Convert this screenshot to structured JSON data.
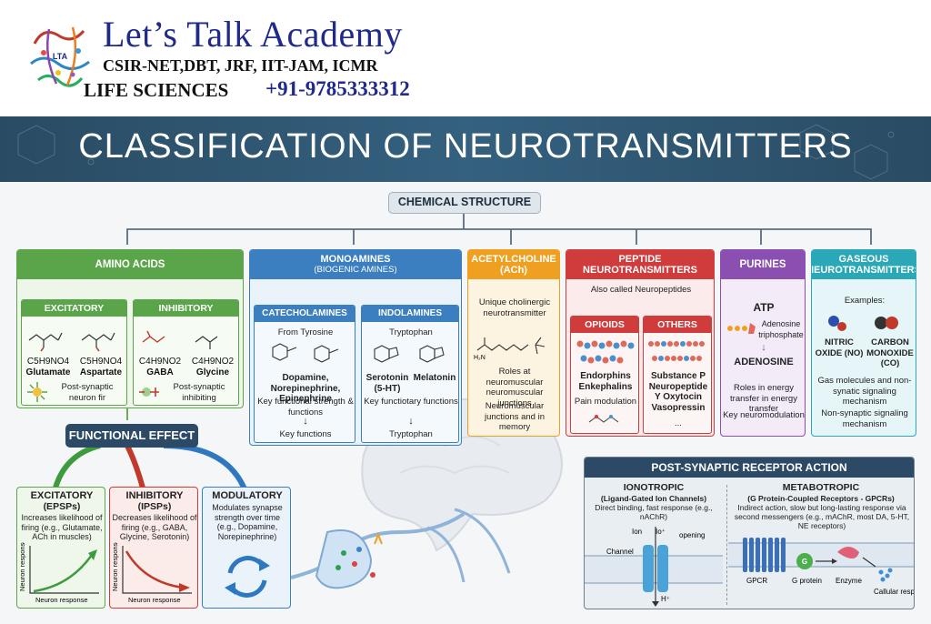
{
  "brand": {
    "title": "Let’s Talk Academy",
    "exams": "CSIR-NET,DBT, JRF, IIT-JAM, ICMR",
    "subject": "LIFE SCIENCES",
    "phone": "+91-9785333312",
    "logo_text": "LTA"
  },
  "banner": {
    "title": "CLASSIFICATION OF NEUROTRANSMITTERS"
  },
  "root": {
    "label": "CHEMICAL STRUCTURE"
  },
  "amino": {
    "title": "AMINO ACIDS",
    "excitatory": {
      "title": "EXCITATORY",
      "f1": "C5H9NO4",
      "n1": "Glutamate",
      "f2": "C5H9NO4",
      "n2": "Aspartate",
      "note": "Post-synaptic neuron fir"
    },
    "inhibitory": {
      "title": "INHIBITORY",
      "f1": "C4H9NO2",
      "n1": "GABA",
      "f2": "C4H9NO2",
      "n2": "Glycine",
      "note": "Post-synaptic inhibiting"
    }
  },
  "monoamines": {
    "title": "MONOAMINES",
    "subtitle": "(BIOGENIC AMINES)",
    "cat": {
      "title": "CATECHOLAMINES",
      "from": "From Tyrosine",
      "names": "Dopamine, Norepinephrine, Epinephrine",
      "desc": "Key functional strength & functions",
      "bottom": "Key functions"
    },
    "ind": {
      "title": "INDOLAMINES",
      "from": "Tryptophan",
      "n1": "Serotonin (5-HT)",
      "n2": "Melatonin",
      "desc": "Key functiotary functions",
      "bottom": "Tryptophan"
    }
  },
  "ach": {
    "title": "ACETYLCHOLINE",
    "abbr": "(ACh)",
    "desc": "Unique cholinergic neurotransmitter",
    "roles": "Roles at neuromuscular neuromuscular junctions",
    "junctions": "Neuromuscular junctions and in memory"
  },
  "peptide": {
    "title": "PEPTIDE NEUROTRANSMITTERS",
    "also": "Also called Neuropeptides",
    "opioids": {
      "title": "OPIOIDS",
      "names": "Endorphins Enkephalins",
      "desc": "Pain modulation"
    },
    "others": {
      "title": "OTHERS",
      "names": "Substance P Neuropeptide Y Oxytocin Vasopressin",
      "more": "..."
    }
  },
  "purines": {
    "title": "PURINES",
    "atp": "ATP",
    "atp_full": "Adenosine triphosphate",
    "adenosine": "ADENOSINE",
    "roles": "Roles in energy transfer in energy transfer",
    "key": "Key neuromodulation"
  },
  "gaseous": {
    "title": "GASEOUS NEUROTRANSMITTERS",
    "examples": "Examples:",
    "no": "NITRIC OXIDE (NO)",
    "co": "CARBON MONOXIDE (CO)",
    "desc": "Gas molecules and non-synatic signaling mechanism",
    "desc2": "Non-synaptic signaling mechanism"
  },
  "functional": {
    "title": "FUNCTIONAL EFFECT",
    "excitatory": {
      "title": "EXCITATORY",
      "sub": "(EPSPs)",
      "desc": "Increases likelihood of firing (e.g., Glutamate, ACh in muscles)",
      "yaxis": "Neuron response",
      "xaxis": "Neuron response"
    },
    "inhibitory": {
      "title": "INHIBITORY",
      "sub": "(IPSPs)",
      "desc": "Decreases likelihood of firing (e.g., GABA, Glycine, Serotonin)",
      "yaxis": "Neuron response",
      "xaxis": "Neuron response"
    },
    "modulatory": {
      "title": "MODULATORY",
      "desc": "Modulates synapse strength over time (e.g., Dopamine, Norepinephrine)"
    }
  },
  "receptor": {
    "title": "POST-SYNAPTIC RECEPTOR ACTION",
    "iono": {
      "title": "IONOTROPIC",
      "sub": "(Ligand-Gated Ion Channels)",
      "desc": "Direct binding, fast response (e.g., nAChR)",
      "ion": "Ion",
      "ion_plus": "Io⁺",
      "opening": "opening",
      "channel": "Channel",
      "h": "H⁺"
    },
    "metabo": {
      "title": "METABOTROPIC",
      "sub": "(G Protein-Coupled Receptors - GPCRs)",
      "desc": "Indirect action, slow but long-lasting response via second messengers (e.g., mAChR, most DA, 5-HT, NE receptors)",
      "gpcr": "GPCR",
      "g": "G",
      "gprotein": "G protein",
      "enzyme": "Enzyme",
      "cellular": "Callular response"
    }
  },
  "colors": {
    "amino": "#5aa44a",
    "mono": "#3b7fc0",
    "ach": "#f0a020",
    "peptide": "#d03b3b",
    "purine": "#8a4fb0",
    "gas": "#2aa8b8",
    "navy": "#2c4a66"
  }
}
